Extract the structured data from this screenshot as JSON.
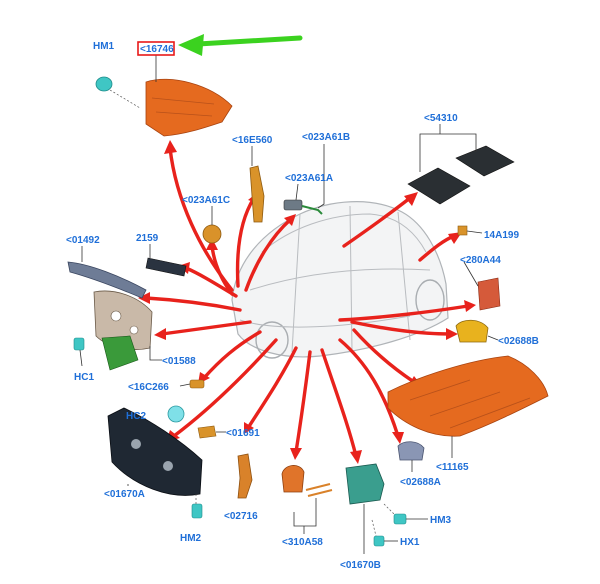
{
  "diagram": {
    "labels": {
      "hm1": "HM1",
      "p16746": "<16746",
      "p16e560": "<16E560",
      "p023a61b": "<023A61B",
      "p54310": "<54310",
      "p023a61a": "<023A61A",
      "p023a61c": "<023A61C",
      "p14a199": "14A199",
      "p01492": "<01492",
      "p2159": "2159",
      "p280a44": "<280A44",
      "p02688b": "<02688B",
      "p01588": "<01588",
      "hc1": "HC1",
      "p16c266": "<16C266",
      "hc2": "HC2",
      "p01691": "<01691",
      "p11165": "<11165",
      "p02688a": "<02688A",
      "p01670a": "<01670A",
      "p02716": "<02716",
      "p310a58": "<310A58",
      "hm3": "HM3",
      "hx1": "HX1",
      "hm2": "HM2",
      "p01670b": "<01670B"
    },
    "colors": {
      "label": "#1f6fd8",
      "highlight_box": "#e81919",
      "arrow": "#e8221c",
      "pointer": "#3bd21f",
      "part_orange": "#e56a1f",
      "part_teal": "#3fc6c4",
      "part_dark": "#1f2833"
    }
  }
}
